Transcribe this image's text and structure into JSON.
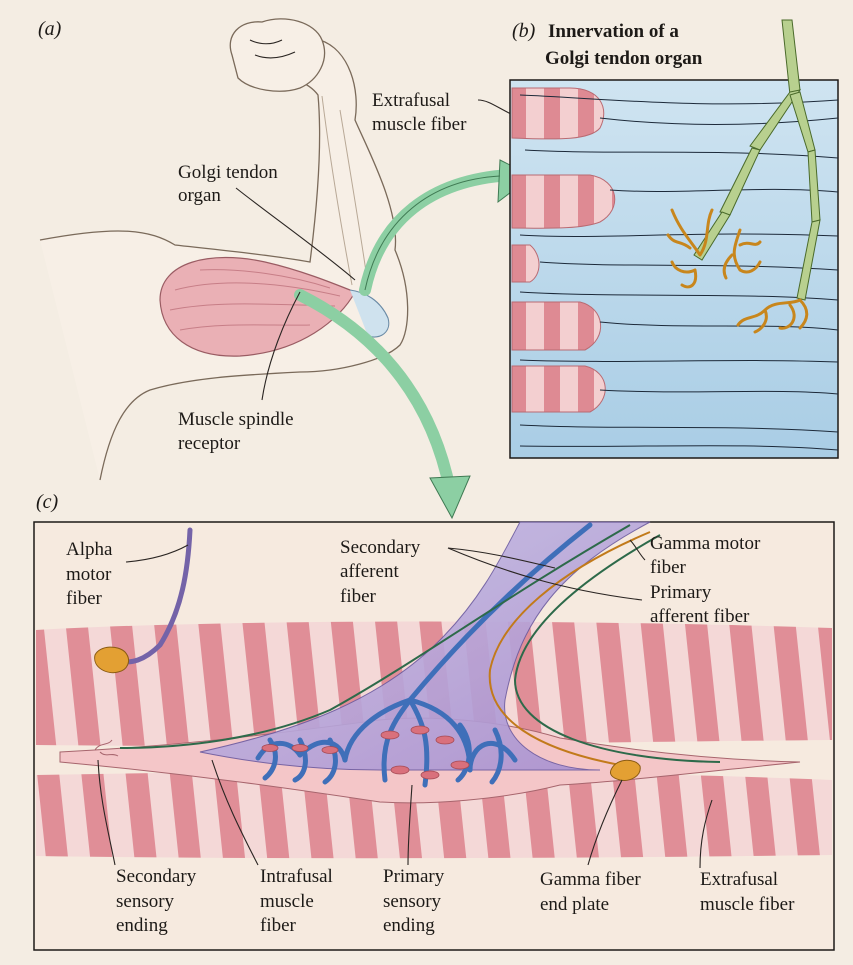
{
  "panels": {
    "a": {
      "letter": "(a)",
      "labels": {
        "extrafusal": [
          "Extrafusal",
          "muscle fiber"
        ],
        "golgi": [
          "Golgi tendon",
          "organ"
        ],
        "spindle": [
          "Muscle spindle",
          "receptor"
        ]
      }
    },
    "b": {
      "letter": "(b)",
      "title": [
        "Innervation of a",
        "Golgi tendon organ"
      ]
    },
    "c": {
      "letter": "(c)",
      "labels": {
        "alpha": [
          "Alpha",
          "motor",
          "fiber"
        ],
        "secondary_afferent": [
          "Secondary",
          "afferent",
          "fiber"
        ],
        "gamma_motor": [
          "Gamma motor",
          "fiber"
        ],
        "primary_afferent": [
          "Primary",
          "afferent fiber"
        ],
        "secondary_sensory": [
          "Secondary",
          "sensory",
          "ending"
        ],
        "intrafusal": [
          "Intrafusal",
          "muscle",
          "fiber"
        ],
        "primary_sensory": [
          "Primary",
          "sensory",
          "ending"
        ],
        "gamma_end_plate": [
          "Gamma fiber",
          "end plate"
        ],
        "extrafusal": [
          "Extrafusal",
          "muscle fiber"
        ]
      }
    }
  },
  "colors": {
    "muscle": "#e9a7ad",
    "muscle_dark": "#d98089",
    "tendon_blue": "#b9d7ea",
    "nerve_blue": "#5b87c9",
    "sheath": "#b7a6d6",
    "arrow_green": "#8ccfa3",
    "gold": "#d99a2b",
    "fiber_green": "#a9c98a"
  }
}
